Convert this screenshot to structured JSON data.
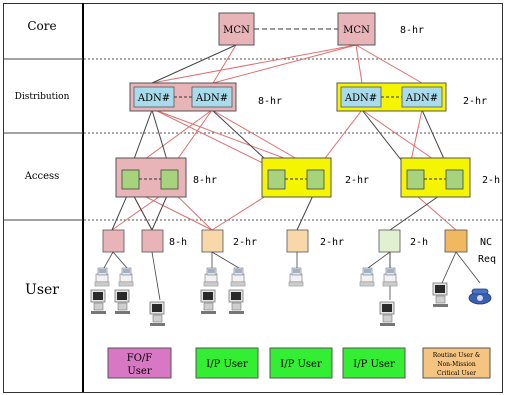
{
  "tiers": {
    "core": "Core",
    "distribution": "Distribution",
    "access": "Access",
    "user": "User"
  },
  "core": {
    "node1": "MCN",
    "node2": "MCN",
    "time": "8-hr"
  },
  "distribution": {
    "left": {
      "node1": "ADN#",
      "node2": "ADN#",
      "time": "8-hr"
    },
    "right": {
      "node1": "ADN#",
      "node2": "ADN#",
      "time": "2-hr"
    }
  },
  "access": {
    "g1_time": "8-hr",
    "g2_time": "2-hr",
    "g3_time": "2-h"
  },
  "user_nodes": {
    "t1": "8-h",
    "t2": "2-hr",
    "t3": "2-hr",
    "t4": "2-h",
    "t5_line1": "NC",
    "t5_line2": "Req"
  },
  "legend": {
    "b1_line1": "FO/F",
    "b1_line2": "User",
    "b2": "I/P User",
    "b3": "I/P User",
    "b4": "I/P User",
    "b5_line1": "Routine User &",
    "b5_line2": "Non-Mission",
    "b5_line3": "Critical User"
  },
  "colors": {
    "pink": "#e8b4b8",
    "cyan": "#a8dcec",
    "yellow": "#f5f500",
    "green_node": "#a6d37c",
    "peach": "#f8d7a9",
    "light_green": "#e0f0d0",
    "orange": "#f0b860",
    "magenta_box": "#d877c4",
    "bright_green": "#33ee33",
    "tan_box": "#f4c480",
    "red_line": "#e07070",
    "dark_line": "#444444"
  },
  "icons": [
    "workstation-icon",
    "computer-icon",
    "phone-icon"
  ]
}
